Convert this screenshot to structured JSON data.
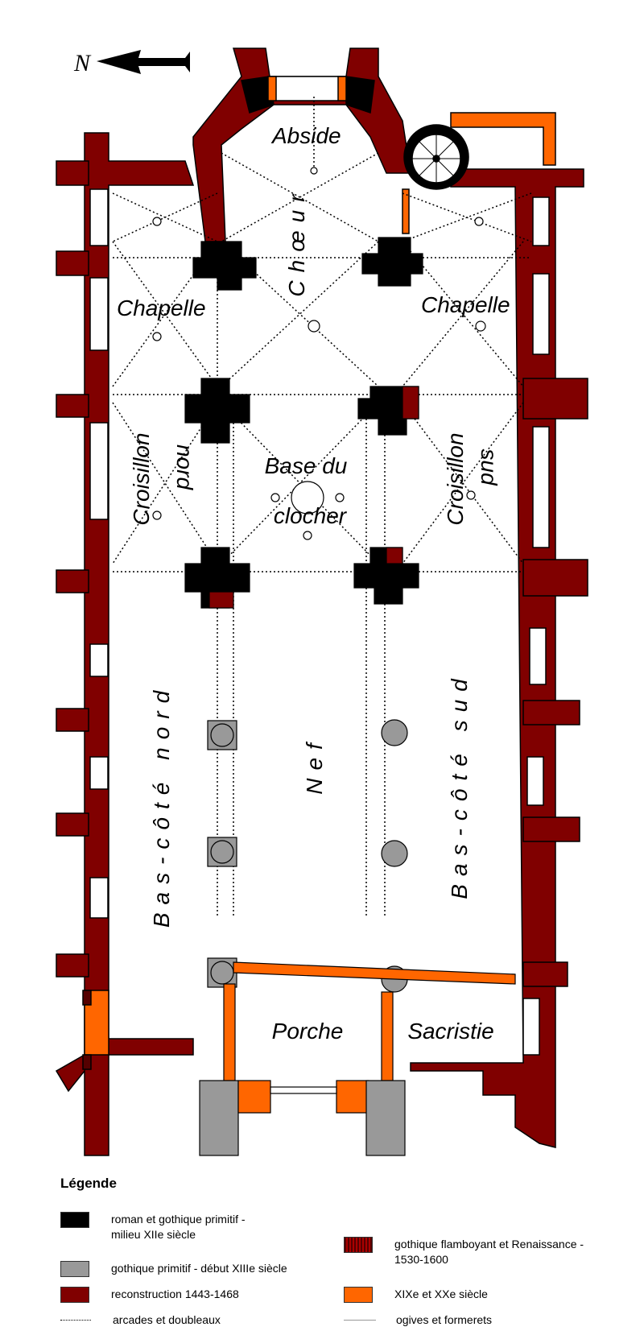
{
  "compass": {
    "letter": "N",
    "icon": "north-arrow-icon"
  },
  "rooms": {
    "abside": "Abside",
    "choeur": "Chœur",
    "chapelle_nord": "Chapelle",
    "chapelle_sud": "Chapelle",
    "croisillon_nord_1": "Croisillon",
    "croisillon_nord_2": "nord",
    "croisillon_sud_1": "Croisillon",
    "croisillon_sud_2": "sud",
    "base_clocher_1": "Base du",
    "base_clocher_2": "clocher",
    "bas_cote_nord": "Bas-côté nord",
    "nef": "Nef",
    "bas_cote_sud": "Bas-côté sud",
    "porche": "Porche",
    "sacristie": "Sacristie"
  },
  "colors": {
    "roman": "#000000",
    "gothique_primitif": "#999999",
    "reconstruction": "#800000",
    "xix": "#ff6600",
    "flamboyant": "#550000"
  },
  "legend": {
    "title": "Légende",
    "items": [
      {
        "label_1": "roman et gothique primitif -",
        "label_2": "milieu XIIe siècle"
      },
      {
        "label_1": "gothique primitif - début XIIIe siècle"
      },
      {
        "label_1": "reconstruction 1443-1468"
      },
      {
        "label_1": "arcades et doubleaux"
      },
      {
        "label_1": "gothique flamboyant et Renaissance -",
        "label_2": "1530-1600"
      },
      {
        "label_1": "XIXe et XXe siècle"
      },
      {
        "label_1": "ogives et formerets"
      }
    ]
  }
}
